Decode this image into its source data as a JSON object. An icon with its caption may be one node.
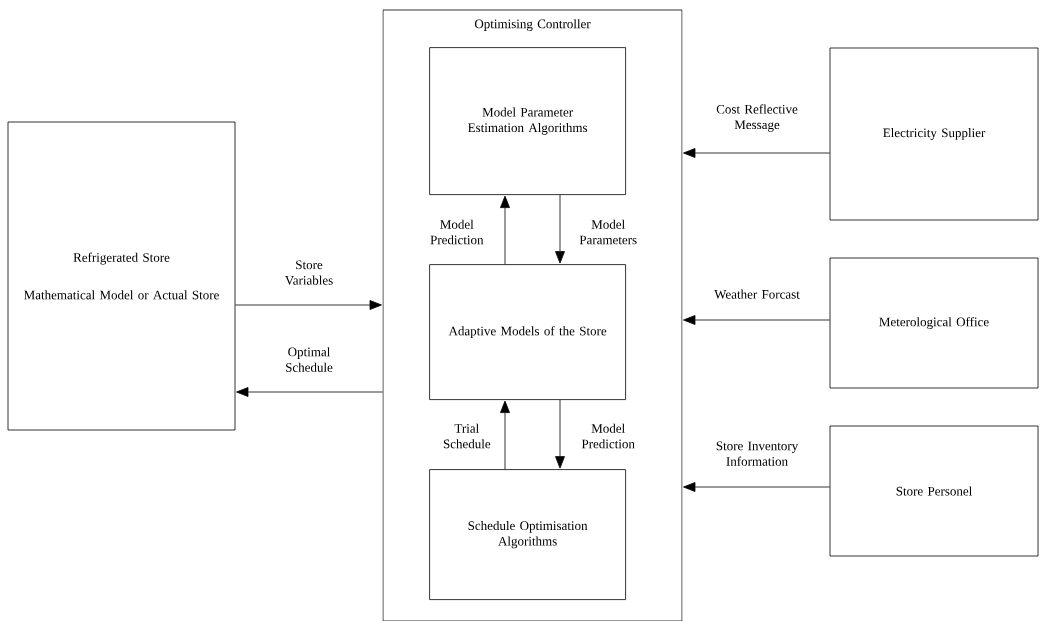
{
  "diagram": {
    "nodes": [
      {
        "text": [
          "Refrigerated Store",
          "Mathematical Model or Actual Store"
        ]
      },
      {
        "text": [
          "Optimising Controller"
        ]
      },
      {
        "text": [
          "Model Parameter Estimation Algorithms"
        ],
        "in": 1
      },
      {
        "text": [
          "Adaptive Models of the Store"
        ],
        "in": 1
      },
      {
        "text": [
          "Schedule Optimisation Algorithms"
        ],
        "in": 1
      },
      {
        "text": [
          "Electricity Supplier"
        ]
      },
      {
        "text": [
          "Meterological Office"
        ]
      },
      {
        "text": [
          "Store Personel"
        ]
      }
    ],
    "edges": [
      {
        "from": 0,
        "to": 1,
        "arrow": "to",
        "label": "Store Variables"
      },
      {
        "from": 1,
        "to": 0,
        "arrow": "to",
        "label": "Optimal Schedule"
      },
      {
        "from": 3,
        "to": 2,
        "arrow": "to",
        "label": "Model Prediction"
      },
      {
        "from": 2,
        "to": 3,
        "arrow": "to",
        "label": "Model Parameters"
      },
      {
        "from": 4,
        "to": 3,
        "arrow": "to",
        "label": "Trial Schedule"
      },
      {
        "from": 3,
        "to": 4,
        "arrow": "to",
        "label": "Model Prediction"
      },
      {
        "from": 5,
        "to": 1,
        "arrow": "to",
        "label": "Cost Reflective Message"
      },
      {
        "from": 6,
        "to": 1,
        "arrow": "to",
        "label": "Weather Forcast"
      },
      {
        "from": 7,
        "to": 1,
        "arrow": "to",
        "label": "Store Inventory Information"
      }
    ]
  }
}
